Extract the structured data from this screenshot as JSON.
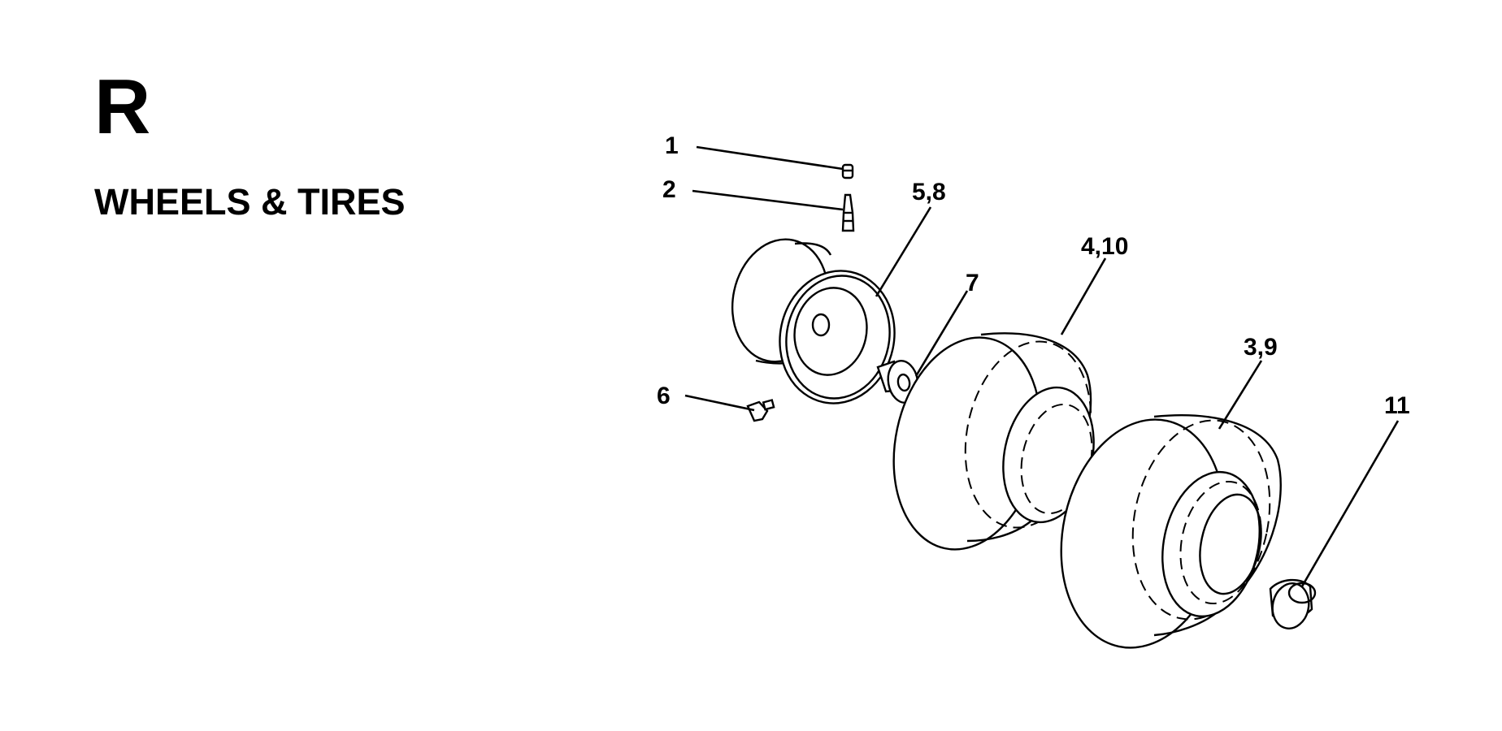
{
  "header": {
    "section_letter": "R",
    "section_title": "WHEELS & TIRES"
  },
  "callouts": {
    "c1": "1",
    "c2": "2",
    "c58": "5,8",
    "c7": "7",
    "c410": "4,10",
    "c39": "3,9",
    "c6": "6",
    "c11": "11"
  }
}
